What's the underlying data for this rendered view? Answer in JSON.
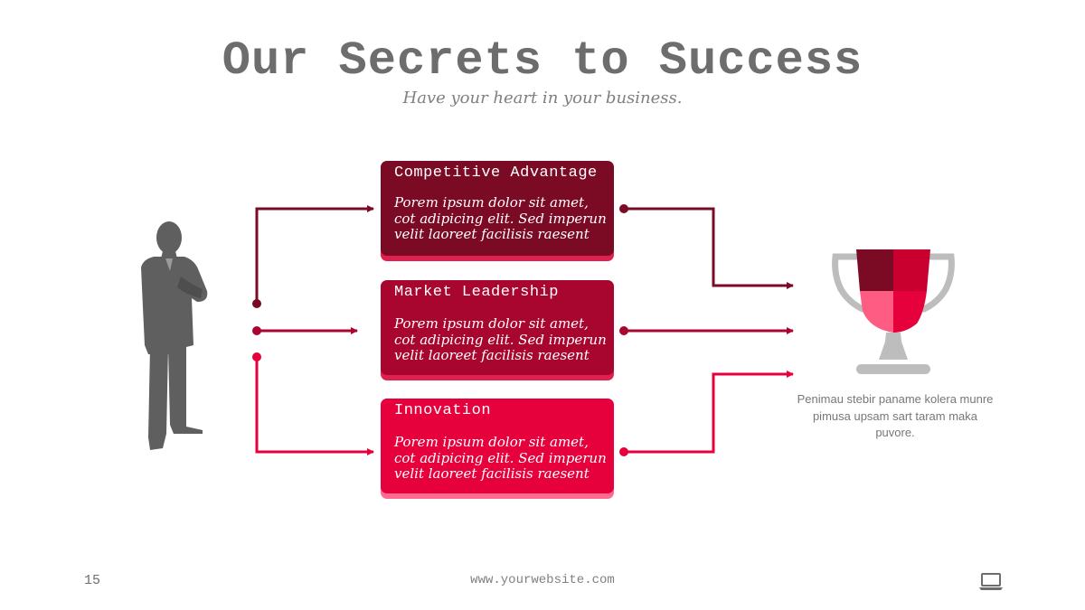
{
  "slide": {
    "title": "Our Secrets to Success",
    "subtitle": "Have your heart in your business."
  },
  "steps": [
    {
      "title": "Competitive Advantage",
      "body": "Porem ipsum dolor sit amet, cot adipicing elit. Sed imperun velit laoreet facilisis raesent",
      "color": "#7b0a25"
    },
    {
      "title": "Market Leadership",
      "body": "Porem ipsum dolor sit amet, cot adipicing elit. Sed imperun velit laoreet facilisis raesent",
      "color": "#a8062f"
    },
    {
      "title": "Innovation",
      "body": "Porem ipsum dolor sit amet, cot adipicing elit. Sed imperun velit laoreet facilisis raesent",
      "color": "#e6003c"
    }
  ],
  "trophy": {
    "caption": "Penimau stebir paname kolera munre pimusa upsam sart taram maka puvore."
  },
  "footer": {
    "page_number": "15",
    "website": "www.yourwebsite.com",
    "icon": "laptop-icon"
  },
  "icons": {
    "person": "businessman-silhouette-icon",
    "trophy": "trophy-icon"
  }
}
